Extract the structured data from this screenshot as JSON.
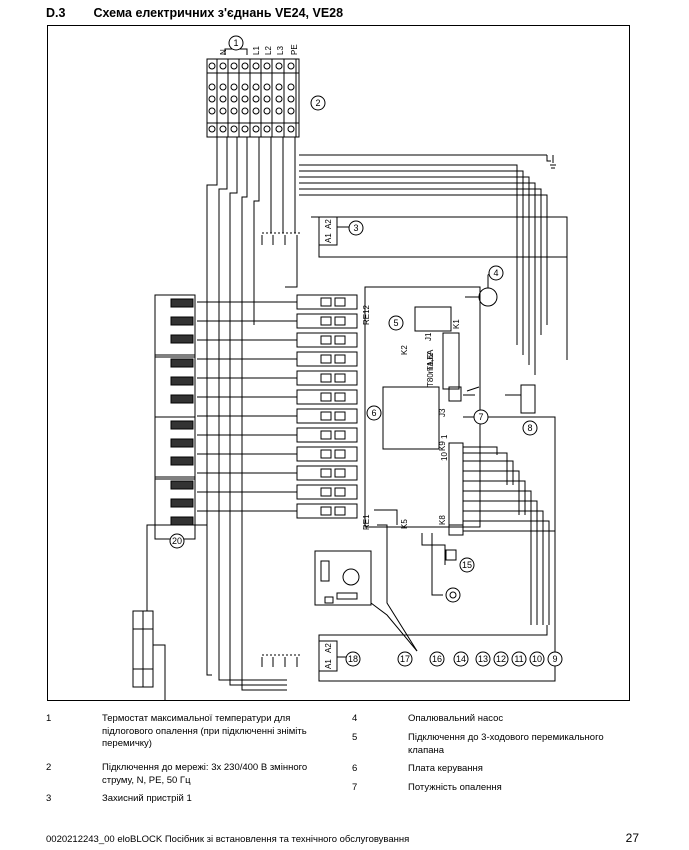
{
  "header": {
    "section": "D.3",
    "title": "Схема електричних з'єднань VE24, VE28"
  },
  "diagram": {
    "terminal_labels": [
      "N",
      "L1",
      "L2",
      "L3",
      "PE"
    ],
    "relay_labels": [
      "RE12",
      "RE1"
    ],
    "board_labels": [
      "K1",
      "K2",
      "J1",
      "J2",
      "J3",
      "K9",
      "K8",
      "K5",
      "T1,6A",
      "T80mA"
    ],
    "contactor_labels": [
      "A1",
      "A2"
    ],
    "terminal_small": [
      "10",
      "1"
    ],
    "callouts": [
      "1",
      "2",
      "3",
      "4",
      "5",
      "6",
      "7",
      "8",
      "9",
      "10",
      "11",
      "12",
      "13",
      "14",
      "15",
      "16",
      "17",
      "18",
      "20"
    ]
  },
  "legend": {
    "left": [
      {
        "num": "1",
        "text": "Термостат максимальної температури для підлогового опалення (при підключенні зніміть перемичку)"
      },
      {
        "num": "2",
        "text": "Підключення до мережі: 3x 230/400 В змінного струму, N, PE, 50 Гц"
      },
      {
        "num": "3",
        "text": "Захисний пристрій 1"
      }
    ],
    "right": [
      {
        "num": "4",
        "text": "Опалювальний насос"
      },
      {
        "num": "5",
        "text": "Підключення до 3-ходового перемикального клапана"
      },
      {
        "num": "6",
        "text": "Плата керування"
      },
      {
        "num": "7",
        "text": "Потужність опалення"
      }
    ]
  },
  "footer": {
    "doc": "0020212243_00 eloBLOCK Посібник зі встановлення та технічного обслуговування",
    "page": "27"
  }
}
